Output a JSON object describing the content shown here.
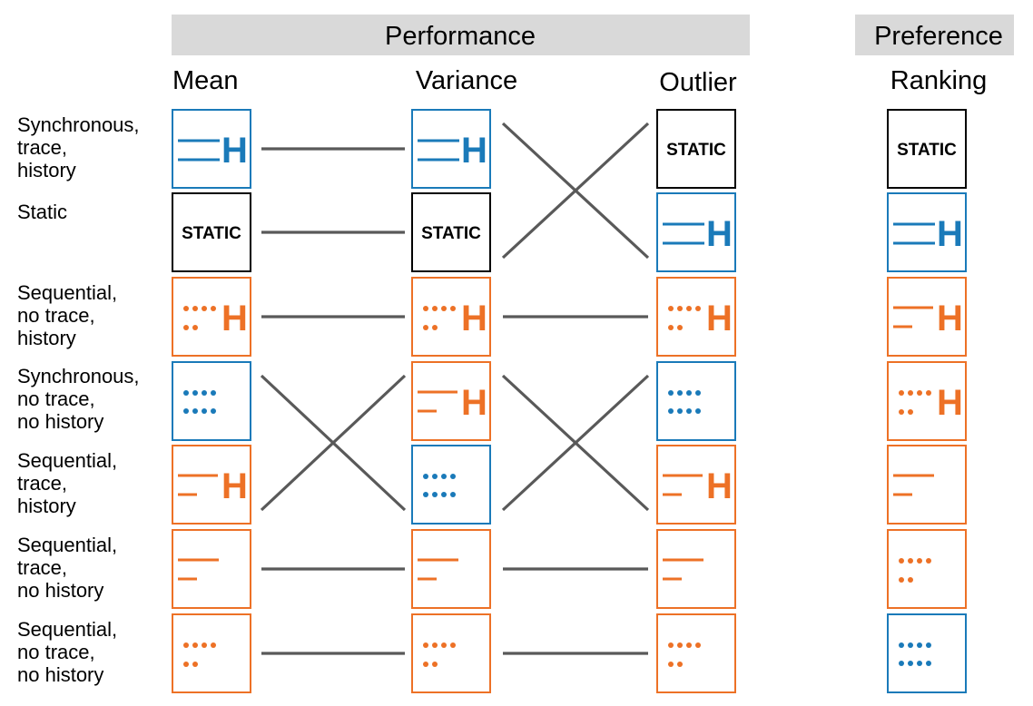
{
  "colors": {
    "sync": "#1a7ab9",
    "seq": "#ed7126",
    "static": "#000000",
    "header_bg": "#d9d9d9",
    "connector": "#595959"
  },
  "headers": {
    "performance": "Performance",
    "preference": "Preference"
  },
  "columns": [
    "Mean",
    "Variance",
    "Outlier",
    "Ranking"
  ],
  "static_label": "STATIC",
  "history_glyph": "H",
  "rows": [
    [
      "Synchronous,",
      "trace,",
      "history"
    ],
    [
      "Static"
    ],
    [
      "Sequential,",
      "no trace,",
      "history"
    ],
    [
      "Synchronous,",
      "no trace,",
      "no history"
    ],
    [
      "Sequential,",
      "trace,",
      "history"
    ],
    [
      "Sequential,",
      "trace,",
      "no history"
    ],
    [
      "Sequential,",
      "no trace,",
      "no history"
    ]
  ],
  "conditions": {
    "sync_trace_hist": {
      "mode": "sync",
      "trace": true,
      "history": true
    },
    "static": {
      "mode": "static"
    },
    "seq_notrace_hist": {
      "mode": "seq",
      "trace": false,
      "history": true
    },
    "sync_notrace_nohist": {
      "mode": "sync",
      "trace": false,
      "history": false
    },
    "seq_trace_hist": {
      "mode": "seq",
      "trace": true,
      "history": true
    },
    "seq_trace_nohist": {
      "mode": "seq",
      "trace": true,
      "history": false
    },
    "seq_notrace_nohist": {
      "mode": "seq",
      "trace": false,
      "history": false
    }
  },
  "orders": {
    "mean": [
      "sync_trace_hist",
      "static",
      "seq_notrace_hist",
      "sync_notrace_nohist",
      "seq_trace_hist",
      "seq_trace_nohist",
      "seq_notrace_nohist"
    ],
    "variance": [
      "sync_trace_hist",
      "static",
      "seq_notrace_hist",
      "seq_trace_hist",
      "sync_notrace_nohist",
      "seq_trace_nohist",
      "seq_notrace_nohist"
    ],
    "outlier": [
      "static",
      "sync_trace_hist",
      "seq_notrace_hist",
      "sync_notrace_nohist",
      "seq_trace_hist",
      "seq_trace_nohist",
      "seq_notrace_nohist"
    ],
    "ranking": [
      "static",
      "sync_trace_hist",
      "seq_trace_hist",
      "seq_notrace_hist",
      "seq_trace_nohist",
      "seq_notrace_nohist",
      "sync_notrace_nohist"
    ]
  }
}
